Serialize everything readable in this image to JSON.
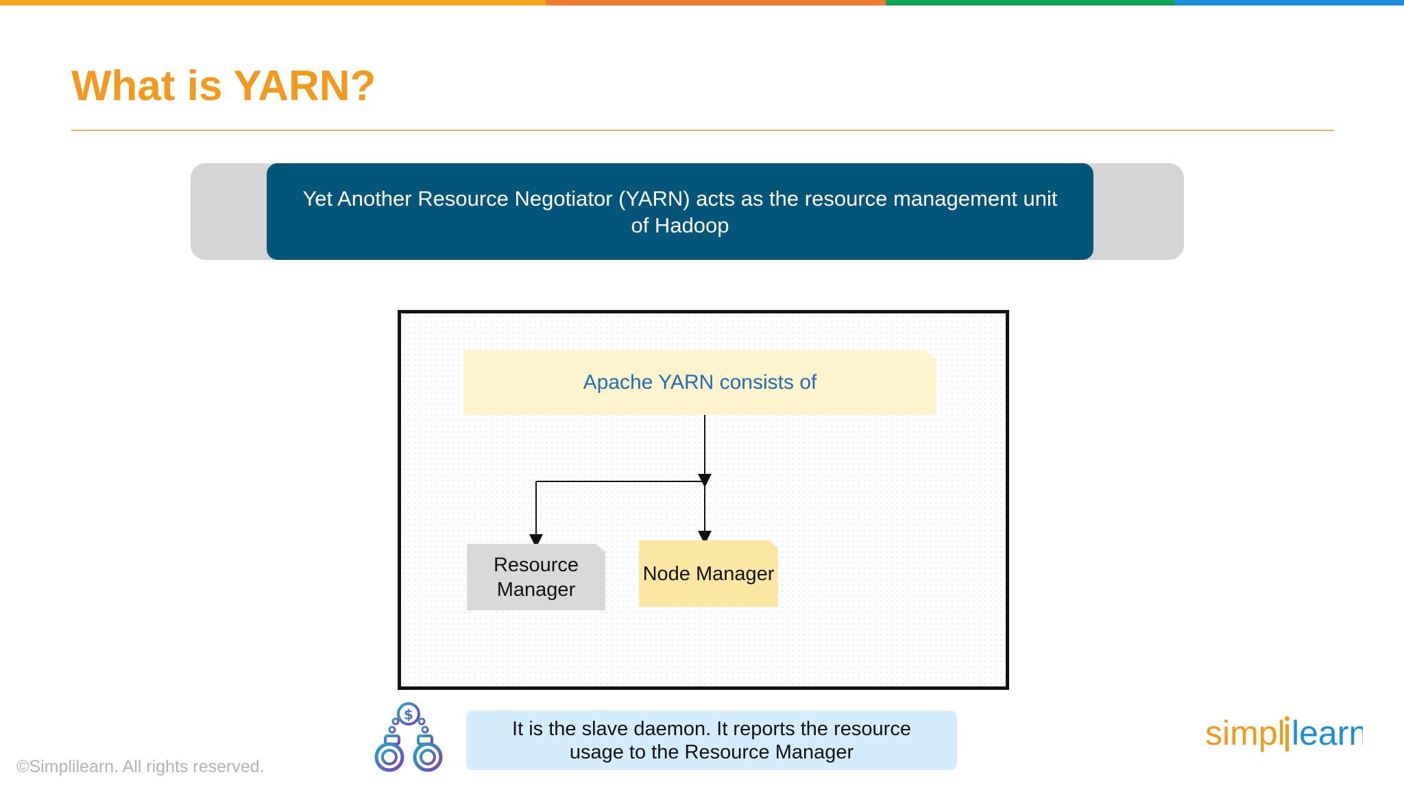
{
  "slide": {
    "title": "What is YARN?",
    "definition": "Yet Another Resource Negotiator (YARN) acts as the resource management unit of Hadoop",
    "footer_copyright": "©Simplilearn. All rights reserved.",
    "logo_text": "simplilearn"
  },
  "diagram": {
    "root_label": "Apache YARN consists of",
    "children": [
      {
        "label": "Resource Manager",
        "color": "#d9d9d9"
      },
      {
        "label": "Node Manager",
        "color": "#fbe6a2"
      }
    ]
  },
  "callout": {
    "text": "It is the slave daemon. It reports the resource usage to the Resource Manager"
  },
  "theme": {
    "title_color": "#f39a1c",
    "definition_bg": "#03567a",
    "callout_bg": "#d4ecfb",
    "top_bar_colors": [
      "#f7a51e",
      "#ef7d2f",
      "#11a457",
      "#1b8fd6"
    ],
    "logo_orange": "#f39a1c",
    "logo_blue": "#1b8fd6"
  },
  "icons": {
    "callout_icon": "handcuffs-dollar-icon"
  }
}
